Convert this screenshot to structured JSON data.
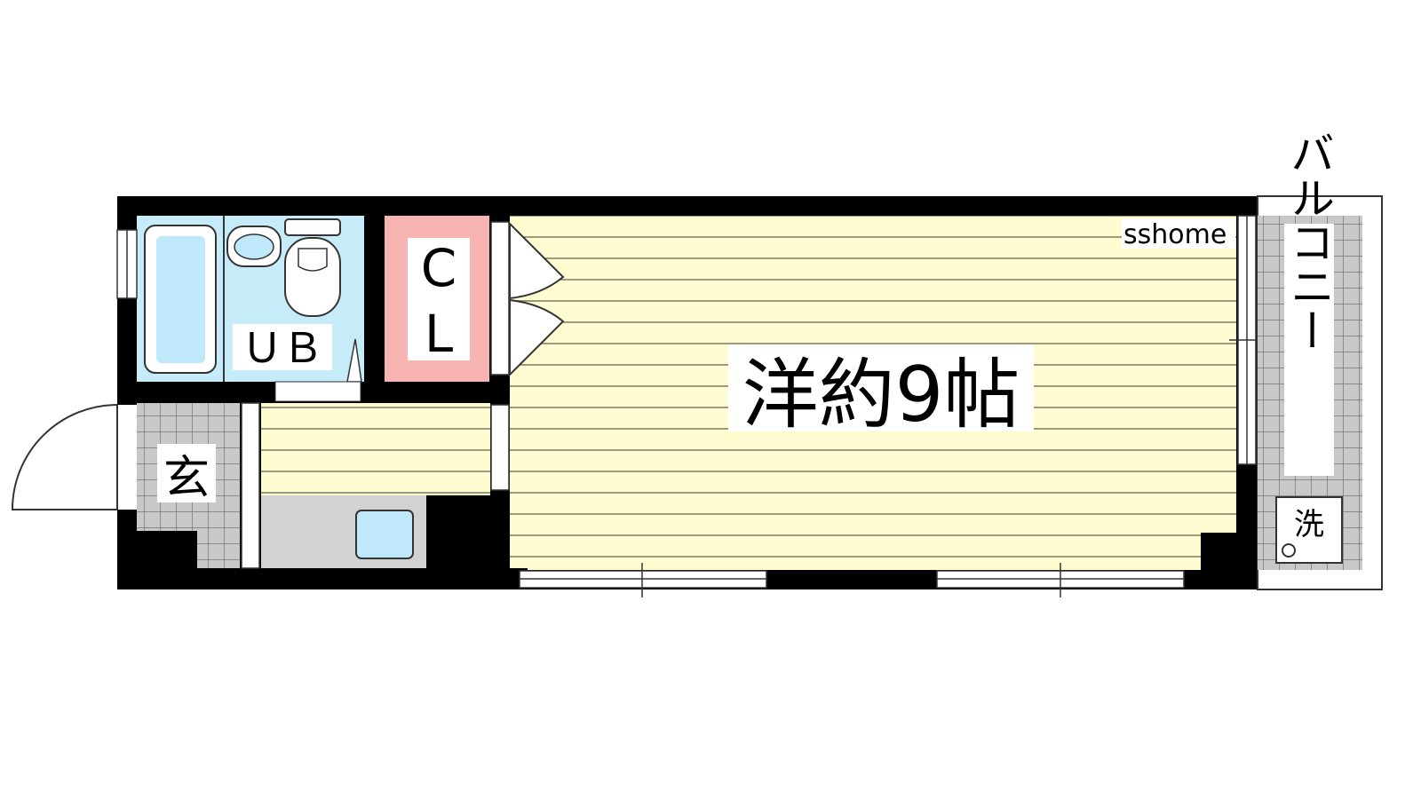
{
  "floorplan": {
    "watermark": "sshome",
    "colors": {
      "wall": "#000000",
      "floor_room": "#fffcd2",
      "floor_line": "#7a7a60",
      "bath": "#c6ecfa",
      "closet": "#f8b3b3",
      "tile": "#c8c8c8",
      "tile_line": "#666666",
      "kitchen": "#d2d2d2",
      "sink": "#bfe9fb"
    },
    "rooms": [
      {
        "id": "western",
        "label": "洋約9帖"
      },
      {
        "id": "closet",
        "label_line1": "C",
        "label_line2": "L"
      },
      {
        "id": "unit-bath",
        "label": "ＵＢ"
      },
      {
        "id": "entrance",
        "label": "玄"
      },
      {
        "id": "balcony",
        "label": "バルコニー"
      },
      {
        "id": "washer",
        "label": "洗"
      }
    ]
  }
}
